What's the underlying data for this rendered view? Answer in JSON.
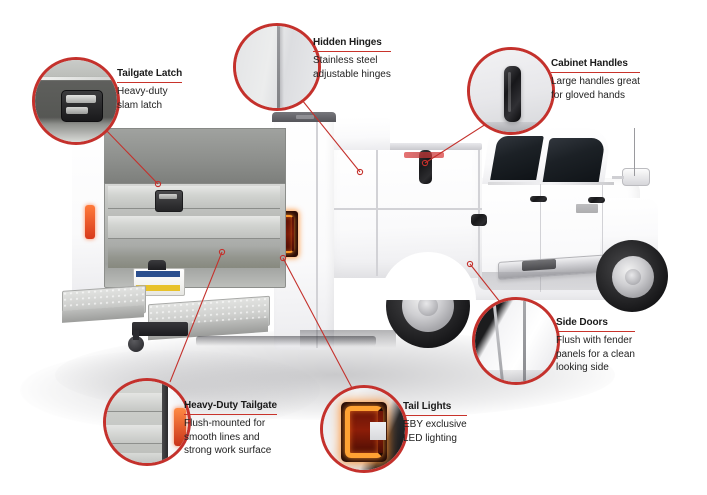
{
  "page": {
    "title": "EBY Truck Service Body Feature Callouts",
    "background": "#ffffff",
    "accent_color": "#c4312c",
    "text_color": "#1a1a1a"
  },
  "subject": {
    "name": "white-service-body-pickup-truck",
    "description": "Rear three-quarter view of a white heavy-duty pickup with an aluminum service body",
    "brand_mark": "EBY"
  },
  "callouts": [
    {
      "id": "tailgate-latch",
      "title": "Tailgate Latch",
      "body": [
        "Heavy-duty",
        "slam latch"
      ],
      "detail_icon": "latch-handle-icon"
    },
    {
      "id": "hidden-hinges",
      "title": "Hidden Hinges",
      "body": [
        "Stainless steel",
        "adjustable hinges"
      ],
      "detail_icon": "panel-seam-icon"
    },
    {
      "id": "cabinet-handles",
      "title": "Cabinet Handles",
      "body": [
        "Large handles great",
        "for gloved hands"
      ],
      "detail_icon": "black-handle-icon"
    },
    {
      "id": "side-doors",
      "title": "Side Doors",
      "body": [
        "Flush with fender",
        "panels for a clean",
        "looking side"
      ],
      "detail_icon": "flush-door-icon"
    },
    {
      "id": "tail-lights",
      "title": "Tail Lights",
      "body": [
        "EBY exclusive",
        "LED lighting"
      ],
      "detail_icon": "led-taillight-icon"
    },
    {
      "id": "heavy-duty-tailgate",
      "title": "Heavy-Duty Tailgate",
      "body": [
        "Flush-mounted for",
        "smooth lines and",
        "strong work surface"
      ],
      "detail_icon": "tailgate-edge-icon"
    }
  ]
}
